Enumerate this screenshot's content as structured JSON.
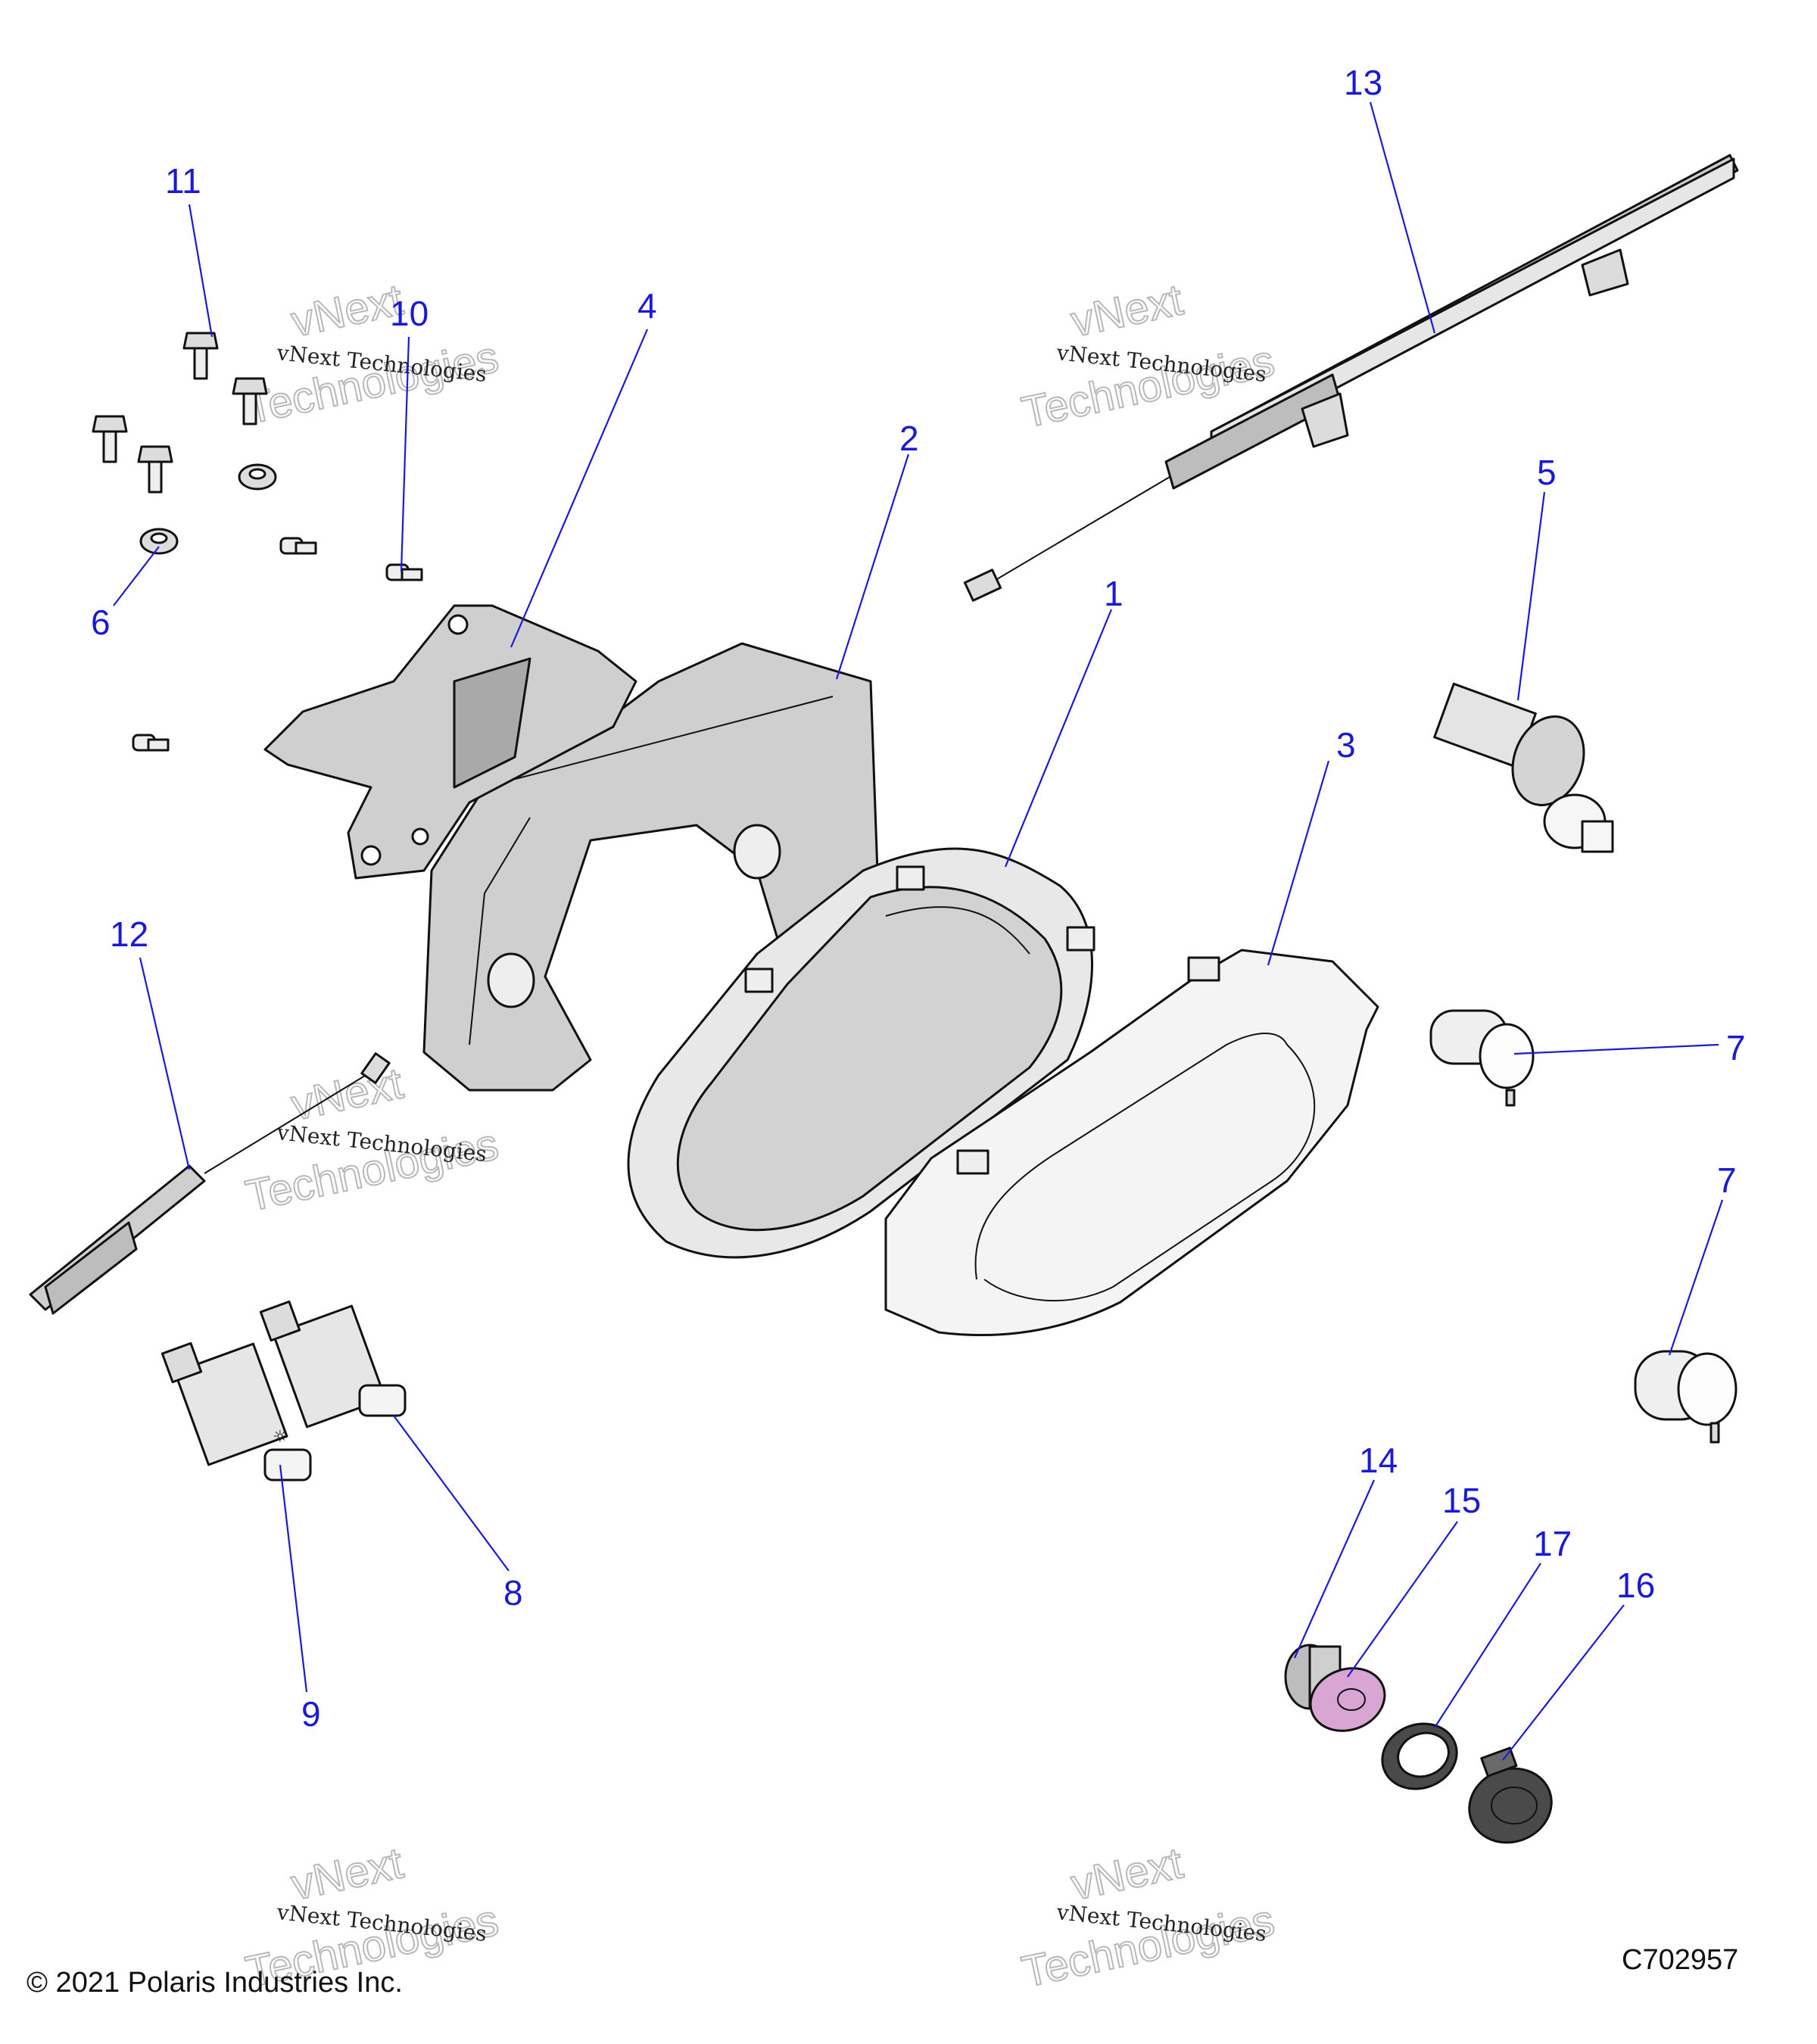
{
  "callouts": [
    "1",
    "2",
    "3",
    "4",
    "5",
    "6",
    "7",
    "7",
    "8",
    "9",
    "10",
    "11",
    "12",
    "13",
    "14",
    "15",
    "16",
    "17"
  ],
  "watermark": {
    "line1": "vNext Technologies",
    "line2": "Technologies",
    "faint": "vNext"
  },
  "copyright": "© 2021 Polaris Industries Inc.",
  "figure_id": "C702957",
  "colors": {
    "callout": "#1a1ad6",
    "part_fill": "#cfcfcf",
    "part_light": "#efefef",
    "lens_pink": "#d9a6d4"
  }
}
